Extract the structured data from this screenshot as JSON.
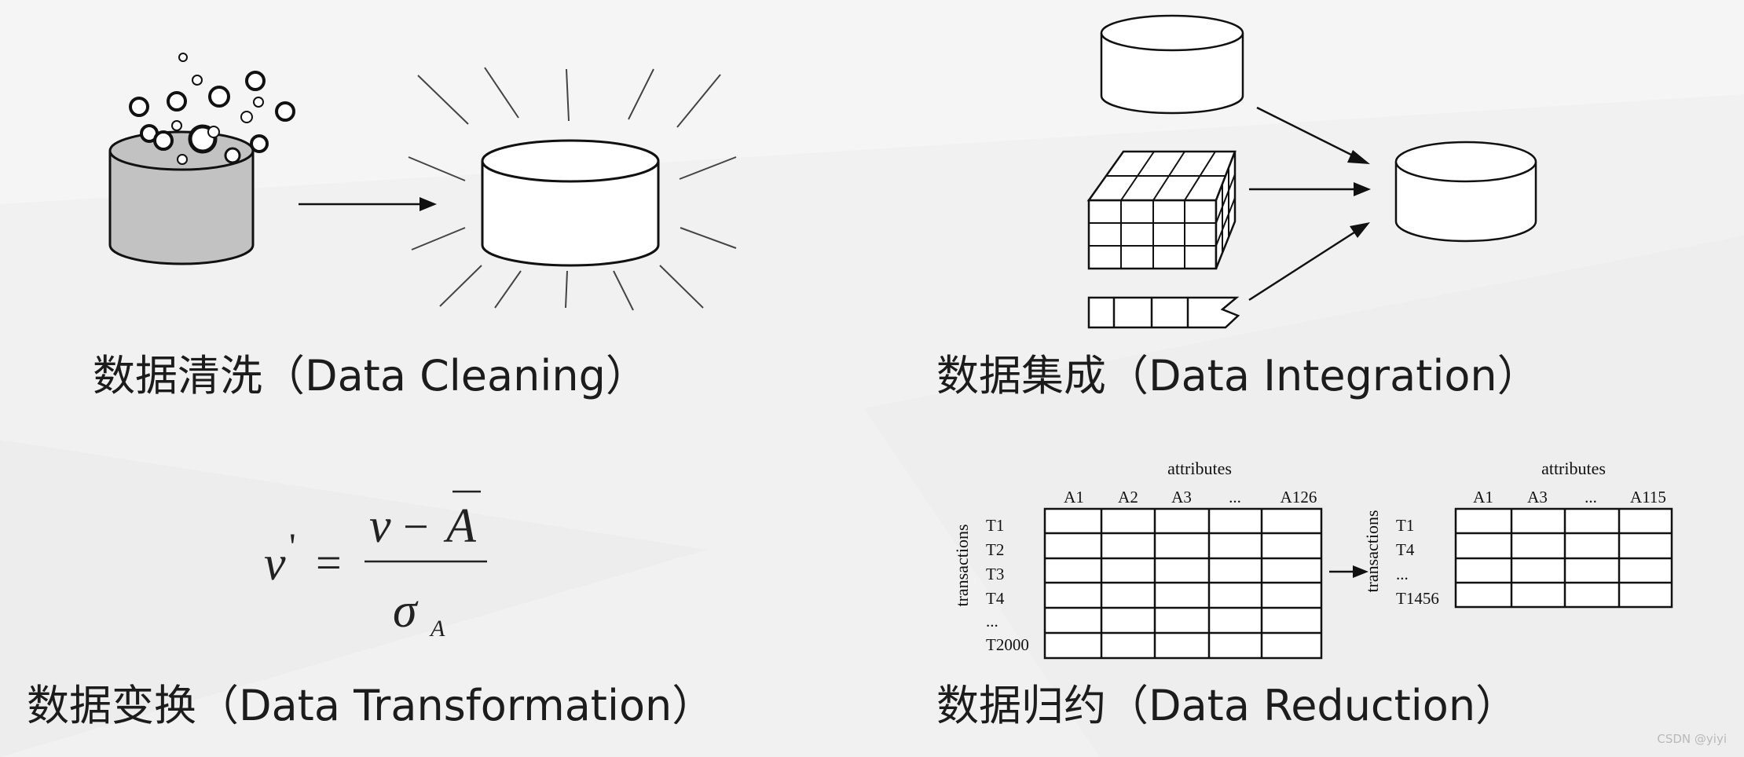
{
  "captions": {
    "cleaning": "数据清洗（Data Cleaning）",
    "integration": "数据集成（Data Integration）",
    "transformation": "数据变换（Data Transformation）",
    "reduction": "数据归约（Data Reduction）"
  },
  "formula": {
    "lhs": "v",
    "prime": "'",
    "equals": "=",
    "numerator_v": "v",
    "minus": "−",
    "numerator_a": "A",
    "denominator": "σ",
    "denominator_sub": "A"
  },
  "reduction": {
    "left_table": {
      "attributes_label": "attributes",
      "transactions_label": "transactions",
      "columns": [
        "A1",
        "A2",
        "A3",
        "...",
        "A126"
      ],
      "rows": [
        "T1",
        "T2",
        "T3",
        "T4",
        "...",
        "T2000"
      ]
    },
    "right_table": {
      "attributes_label": "attributes",
      "transactions_label": "transactions",
      "columns": [
        "A1",
        "A3",
        "...",
        "A115"
      ],
      "rows": [
        "T1",
        "T4",
        "...",
        "T1456"
      ]
    }
  },
  "watermark": "CSDN @yiyi"
}
